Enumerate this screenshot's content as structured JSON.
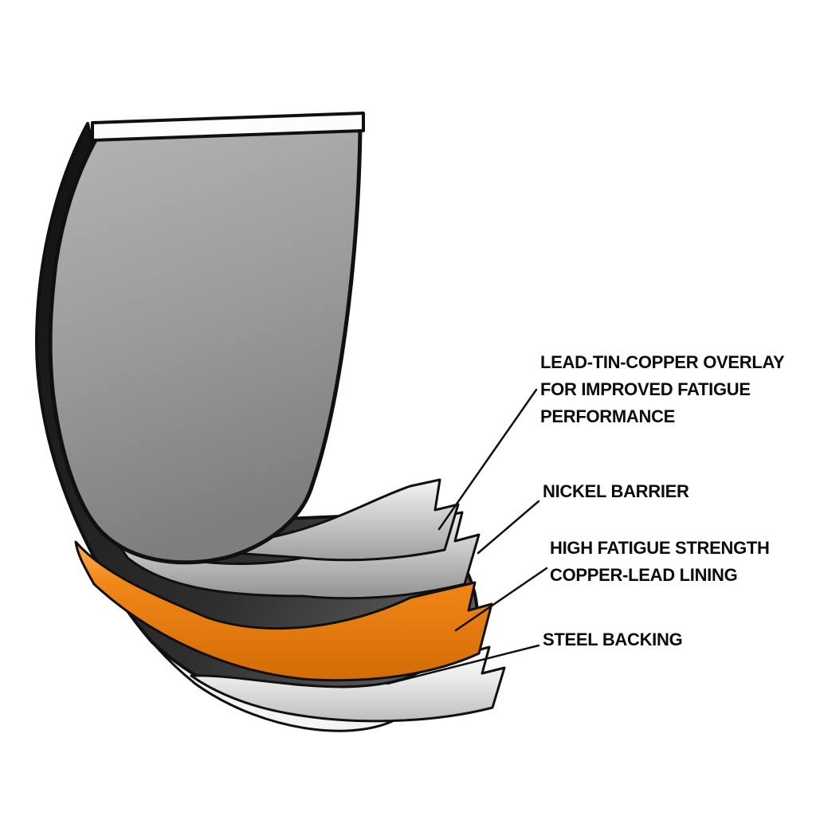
{
  "diagram": {
    "labels": {
      "overlay": {
        "lines": [
          "LEAD-TIN-COPPER OVERLAY",
          "FOR IMPROVED FATIGUE",
          "PERFORMANCE"
        ]
      },
      "nickel": {
        "lines": [
          "NICKEL BARRIER"
        ]
      },
      "copper_lead": {
        "lines": [
          "HIGH FATIGUE STRENGTH",
          "COPPER-LEAD LINING"
        ]
      },
      "steel": {
        "lines": [
          "STEEL BACKING"
        ]
      }
    },
    "colors": {
      "background": "#ffffff",
      "shell_gray": "#9c9c9c",
      "shell_dark": "#2e2e2e",
      "overlay_gray": "#d6d6d6",
      "nickel_gray": "#cbcbcb",
      "copper_lead_orange": "#f08617",
      "steel_light": "#e9e9e9",
      "outline_black": "#101010",
      "text_black": "#0c0c0c"
    }
  }
}
